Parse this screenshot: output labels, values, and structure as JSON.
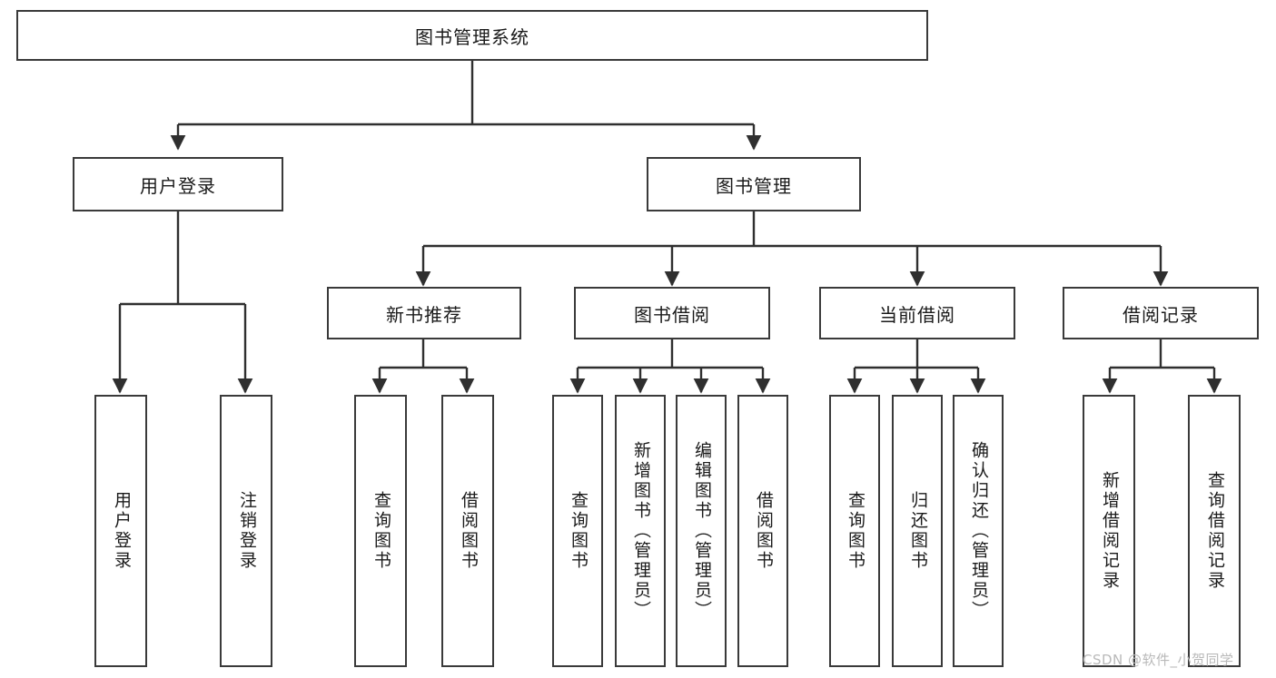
{
  "diagram": {
    "type": "tree",
    "title_label": "图书管理系统",
    "colors": {
      "box_stroke": "#3a3a3a",
      "box_fill": "#ffffff",
      "link_stroke": "#2f2f2f",
      "text": "#1a1a1a",
      "watermark": "#b9b9b9",
      "background": "#ffffff"
    },
    "root": {
      "label": "图书管理系统"
    },
    "level1": [
      {
        "label": "用户登录"
      },
      {
        "label": "图书管理"
      }
    ],
    "level2": [
      {
        "label": "新书推荐"
      },
      {
        "label": "图书借阅"
      },
      {
        "label": "当前借阅"
      },
      {
        "label": "借阅记录"
      }
    ],
    "leaves": {
      "user_login": [
        {
          "label": "用户登录"
        },
        {
          "label": "注销登录"
        }
      ],
      "new_book_recommend": [
        {
          "label": "查询图书"
        },
        {
          "label": "借阅图书"
        }
      ],
      "book_borrow": [
        {
          "label": "查询图书"
        },
        {
          "label": "新增图书（管理员）"
        },
        {
          "label": "编辑图书（管理员）"
        },
        {
          "label": "借阅图书"
        }
      ],
      "current_borrow": [
        {
          "label": "查询图书"
        },
        {
          "label": "归还图书"
        },
        {
          "label": "确认归还（管理员）"
        }
      ],
      "borrow_record": [
        {
          "label": "新增借阅记录"
        },
        {
          "label": "查询借阅记录"
        }
      ]
    }
  },
  "watermark": {
    "text": "CSDN @软件_小贺同学"
  }
}
